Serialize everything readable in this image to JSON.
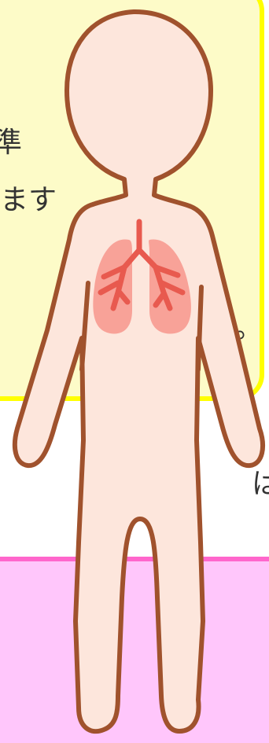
{
  "text_fragments": {
    "line1": "準",
    "line2": "ます",
    "line3": "。",
    "line4": "は、"
  },
  "colors": {
    "yellow_panel_fill": "#fdfbc8",
    "yellow_panel_border": "#ffff00",
    "pink_band_fill": "#ffc6fb",
    "pink_band_border": "#ff66cc",
    "body_fill": "#fde6dc",
    "body_outline": "#a0522d",
    "lungs_fill": "#f7958c",
    "bronchi": "#e85a4f"
  },
  "illustration": {
    "subject": "human-body-with-lungs"
  }
}
